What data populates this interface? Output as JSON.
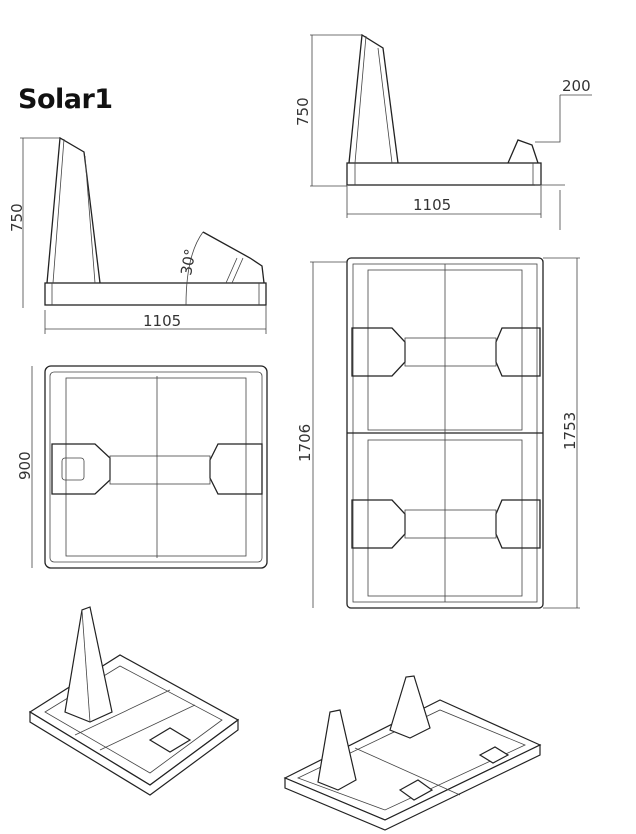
{
  "title": "Solar1",
  "views": {
    "side_view_left": {
      "height": "750",
      "width": "1105",
      "angle": "30°"
    },
    "side_view_right": {
      "height": "750",
      "width": "1105",
      "offset": "200"
    },
    "top_view_single": {
      "depth": "900"
    },
    "top_view_double": {
      "inner_length": "1706",
      "outer_length": "1753"
    }
  }
}
